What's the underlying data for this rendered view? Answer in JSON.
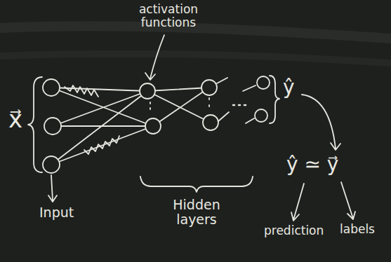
{
  "diagram": {
    "labels": [
      "activation functions",
      "x⃗",
      "ŷ",
      "Input",
      "Hidden layers",
      "ŷ ≃ y⃗",
      "prediction",
      "labels"
    ]
  }
}
